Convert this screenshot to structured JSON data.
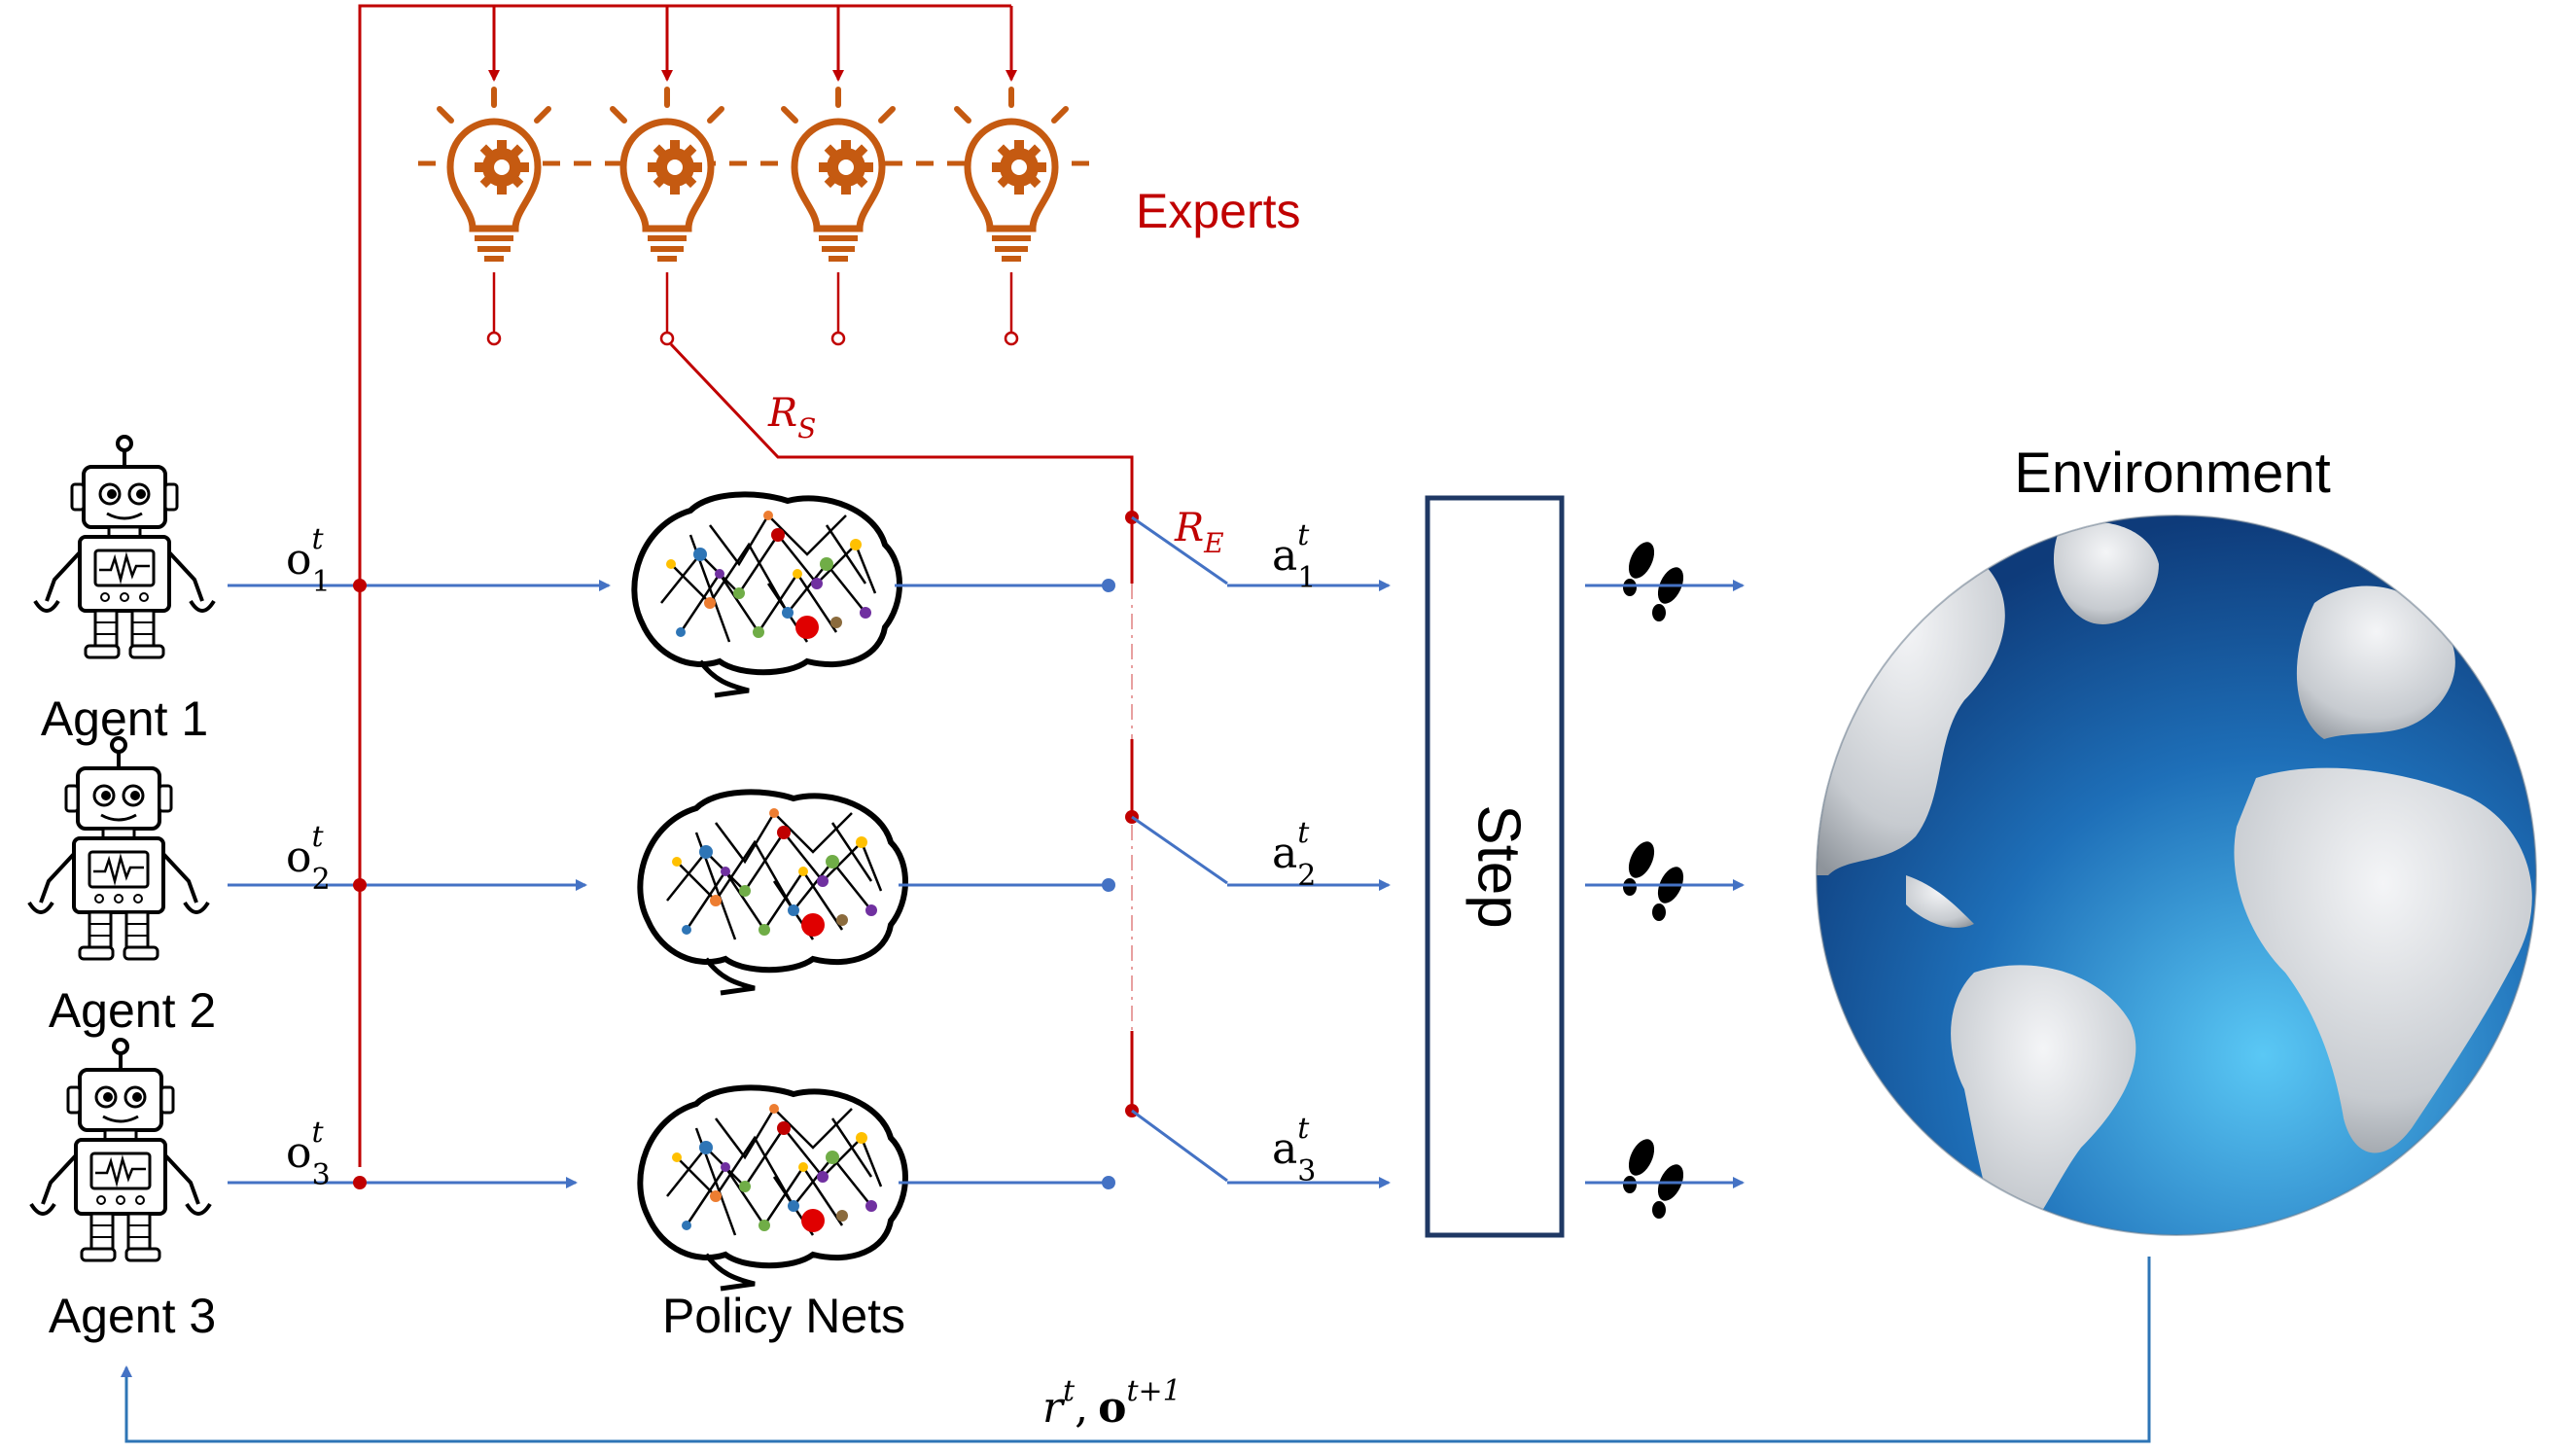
{
  "colors": {
    "red": "#C00000",
    "blue": "#4472C4",
    "orange": "#C55A11",
    "black": "#000000",
    "bulb_fill": "#FFFFFF",
    "ocean_light": "#5AC8F5",
    "ocean_dark": "#0E3B7A",
    "land": "#D9DCE0",
    "land_shadow": "#8E949B"
  },
  "experts": {
    "label": "Experts",
    "count": 4,
    "icon": "lightbulb-gear-icon",
    "r_s_main": "R",
    "r_s_sub": "S",
    "r_e_main": "R",
    "r_e_sub": "E"
  },
  "agents": [
    {
      "label": "Agent 1",
      "obs_main": "o",
      "obs_sub": "1",
      "obs_sup": "t",
      "act_main": "a",
      "act_sub": "1",
      "act_sup": "t"
    },
    {
      "label": "Agent 2",
      "obs_main": "o",
      "obs_sub": "2",
      "obs_sup": "t",
      "act_main": "a",
      "act_sub": "2",
      "act_sup": "t"
    },
    {
      "label": "Agent 3",
      "obs_main": "o",
      "obs_sub": "3",
      "obs_sup": "t",
      "act_main": "a",
      "act_sub": "3",
      "act_sup": "t"
    }
  ],
  "agent_icon": "robot-icon",
  "policy": {
    "label": "Policy Nets",
    "icon": "brain-network-icon"
  },
  "step": {
    "label": "Step"
  },
  "footsteps_icon": "footprints-icon",
  "environment": {
    "label": "Environment",
    "icon": "globe-icon"
  },
  "feedback": {
    "r": "r",
    "r_sup": "t",
    "comma": ",",
    "o": "o",
    "o_sup": "t+1"
  }
}
